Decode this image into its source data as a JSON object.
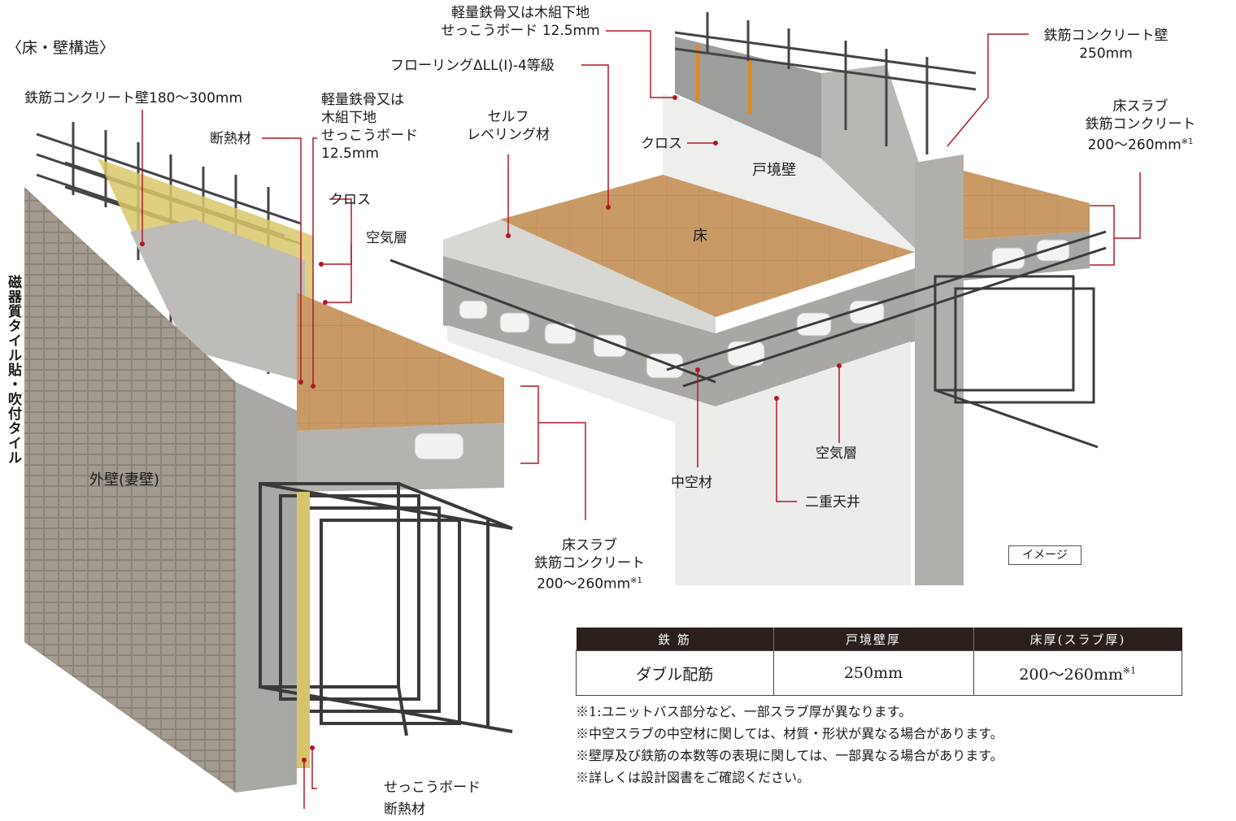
{
  "title": "〈床・壁構造〉",
  "left": {
    "rc_wall": "鉄筋コンクリート壁180〜300mm",
    "insulation_top": "断熱材",
    "gypsum_lines": [
      "軽量鉄骨又は",
      "木組下地",
      "せっこうボード",
      "12.5mm"
    ],
    "cloth": "クロス",
    "air_layer": "空気層",
    "tile_vertical": "磁器質タイル貼・吹付タイル",
    "exterior_wall": "外壁(妻壁)",
    "slab_lines": [
      "床スラブ",
      "鉄筋コンクリート"
    ],
    "slab_thickness": "200〜260mm",
    "slab_note": "※1",
    "gypsum_bottom": "せっこうボード",
    "insulation_bottom": "断熱材"
  },
  "right": {
    "gypsum_lines": [
      "軽量鉄骨又は木組下地",
      "せっこうボード 12.5mm"
    ],
    "flooring": "フローリングΔLL(I)-4等級",
    "self_leveling_lines": [
      "セルフ",
      "レベリング材"
    ],
    "cloth": "クロス",
    "partition_wall": "戸境壁",
    "floor": "床",
    "rc_wall_lines": [
      "鉄筋コンクリート壁",
      "250mm"
    ],
    "slab_lines": [
      "床スラブ",
      "鉄筋コンクリート"
    ],
    "slab_thickness": "200〜260mm",
    "slab_note": "※1",
    "hollow": "中空材",
    "air_layer": "空気層",
    "double_ceiling": "二重天井",
    "image_tag": "イメージ"
  },
  "table": {
    "headers": [
      "鉄 筋",
      "戸境壁厚",
      "床厚(スラブ厚)"
    ],
    "row": [
      "ダブル配筋",
      "250mm",
      "200〜260mm"
    ],
    "row_note": "※1"
  },
  "notes": [
    "※1:ユニットバス部分など、一部スラブ厚が異なります。",
    "※中空スラブの中空材に関しては、材質・形状が異なる場合があります。",
    "※壁厚及び鉄筋の本数等の表現に関しては、一部異なる場合があります。",
    "※詳しくは設計図書をご確認ください。"
  ],
  "colors": {
    "leader": "#b0182a",
    "concrete": "#a3a3a0",
    "wood": "#c8955e",
    "tile": "#8d867b"
  }
}
